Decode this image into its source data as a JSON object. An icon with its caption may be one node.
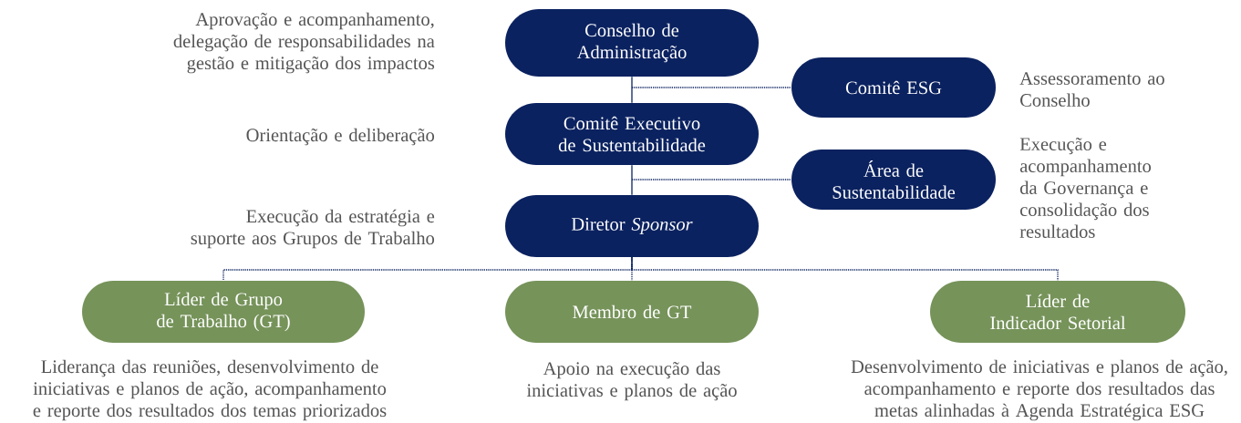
{
  "diagram": {
    "nodes": [
      {
        "text": [
          "Conselho de Administração"
        ]
      },
      {
        "text": [
          "Comitê ESG"
        ],
        "beside": [
          "Assessoramento ao Conselho"
        ]
      },
      {
        "text": [
          "Comitê Executivo de Sustentabilidade"
        ]
      },
      {
        "text": [
          "Área de Sustentabilidade"
        ],
        "beside": [
          "Execução e acompanhamento da Governança e consolidação dos resultados"
        ]
      },
      {
        "text": [
          "Diretor *Sponsor*"
        ]
      },
      {
        "text": [
          "Líder de Grupo de Trabalho (GT)"
        ],
        "beside": [
          "Liderança das reuniões, desenvolvimento de iniciativas e planos de ação, acompanhamento e reporte dos resultados dos temas priorizados"
        ]
      },
      {
        "text": [
          "Membro de GT"
        ],
        "beside": [
          "Apoio na execução das iniciativas e planos de ação"
        ]
      },
      {
        "text": [
          "Líder de Indicador Setorial"
        ],
        "beside": [
          "Desenvolvimento de iniciativas e planos de ação, acompanhamento e reporte dos resultados das metas alinhadas à Agenda Estratégica ESG"
        ]
      }
    ],
    "edges": [
      {
        "from": 0,
        "to": 2,
        "arrow": "none"
      },
      {
        "from": 2,
        "to": 4,
        "arrow": "none"
      },
      {
        "from": 0,
        "to": 1,
        "arrow": "none",
        "style": "dashed"
      },
      {
        "from": 2,
        "to": 3,
        "arrow": "none",
        "style": "dashed"
      },
      {
        "from": 4,
        "to": 5,
        "arrow": "none",
        "style": "dashed"
      },
      {
        "from": 4,
        "to": 6,
        "arrow": "none",
        "style": "dashed"
      },
      {
        "from": 4,
        "to": 7,
        "arrow": "none",
        "style": "dashed"
      }
    ],
    "labels": [
      "Aprovação e acompanhamento, delegação de responsabilidades na gestão e mitigação dos impactos",
      "Orientação e deliberação",
      "Execução da estratégia e suporte aos Grupos de Trabalho"
    ]
  }
}
